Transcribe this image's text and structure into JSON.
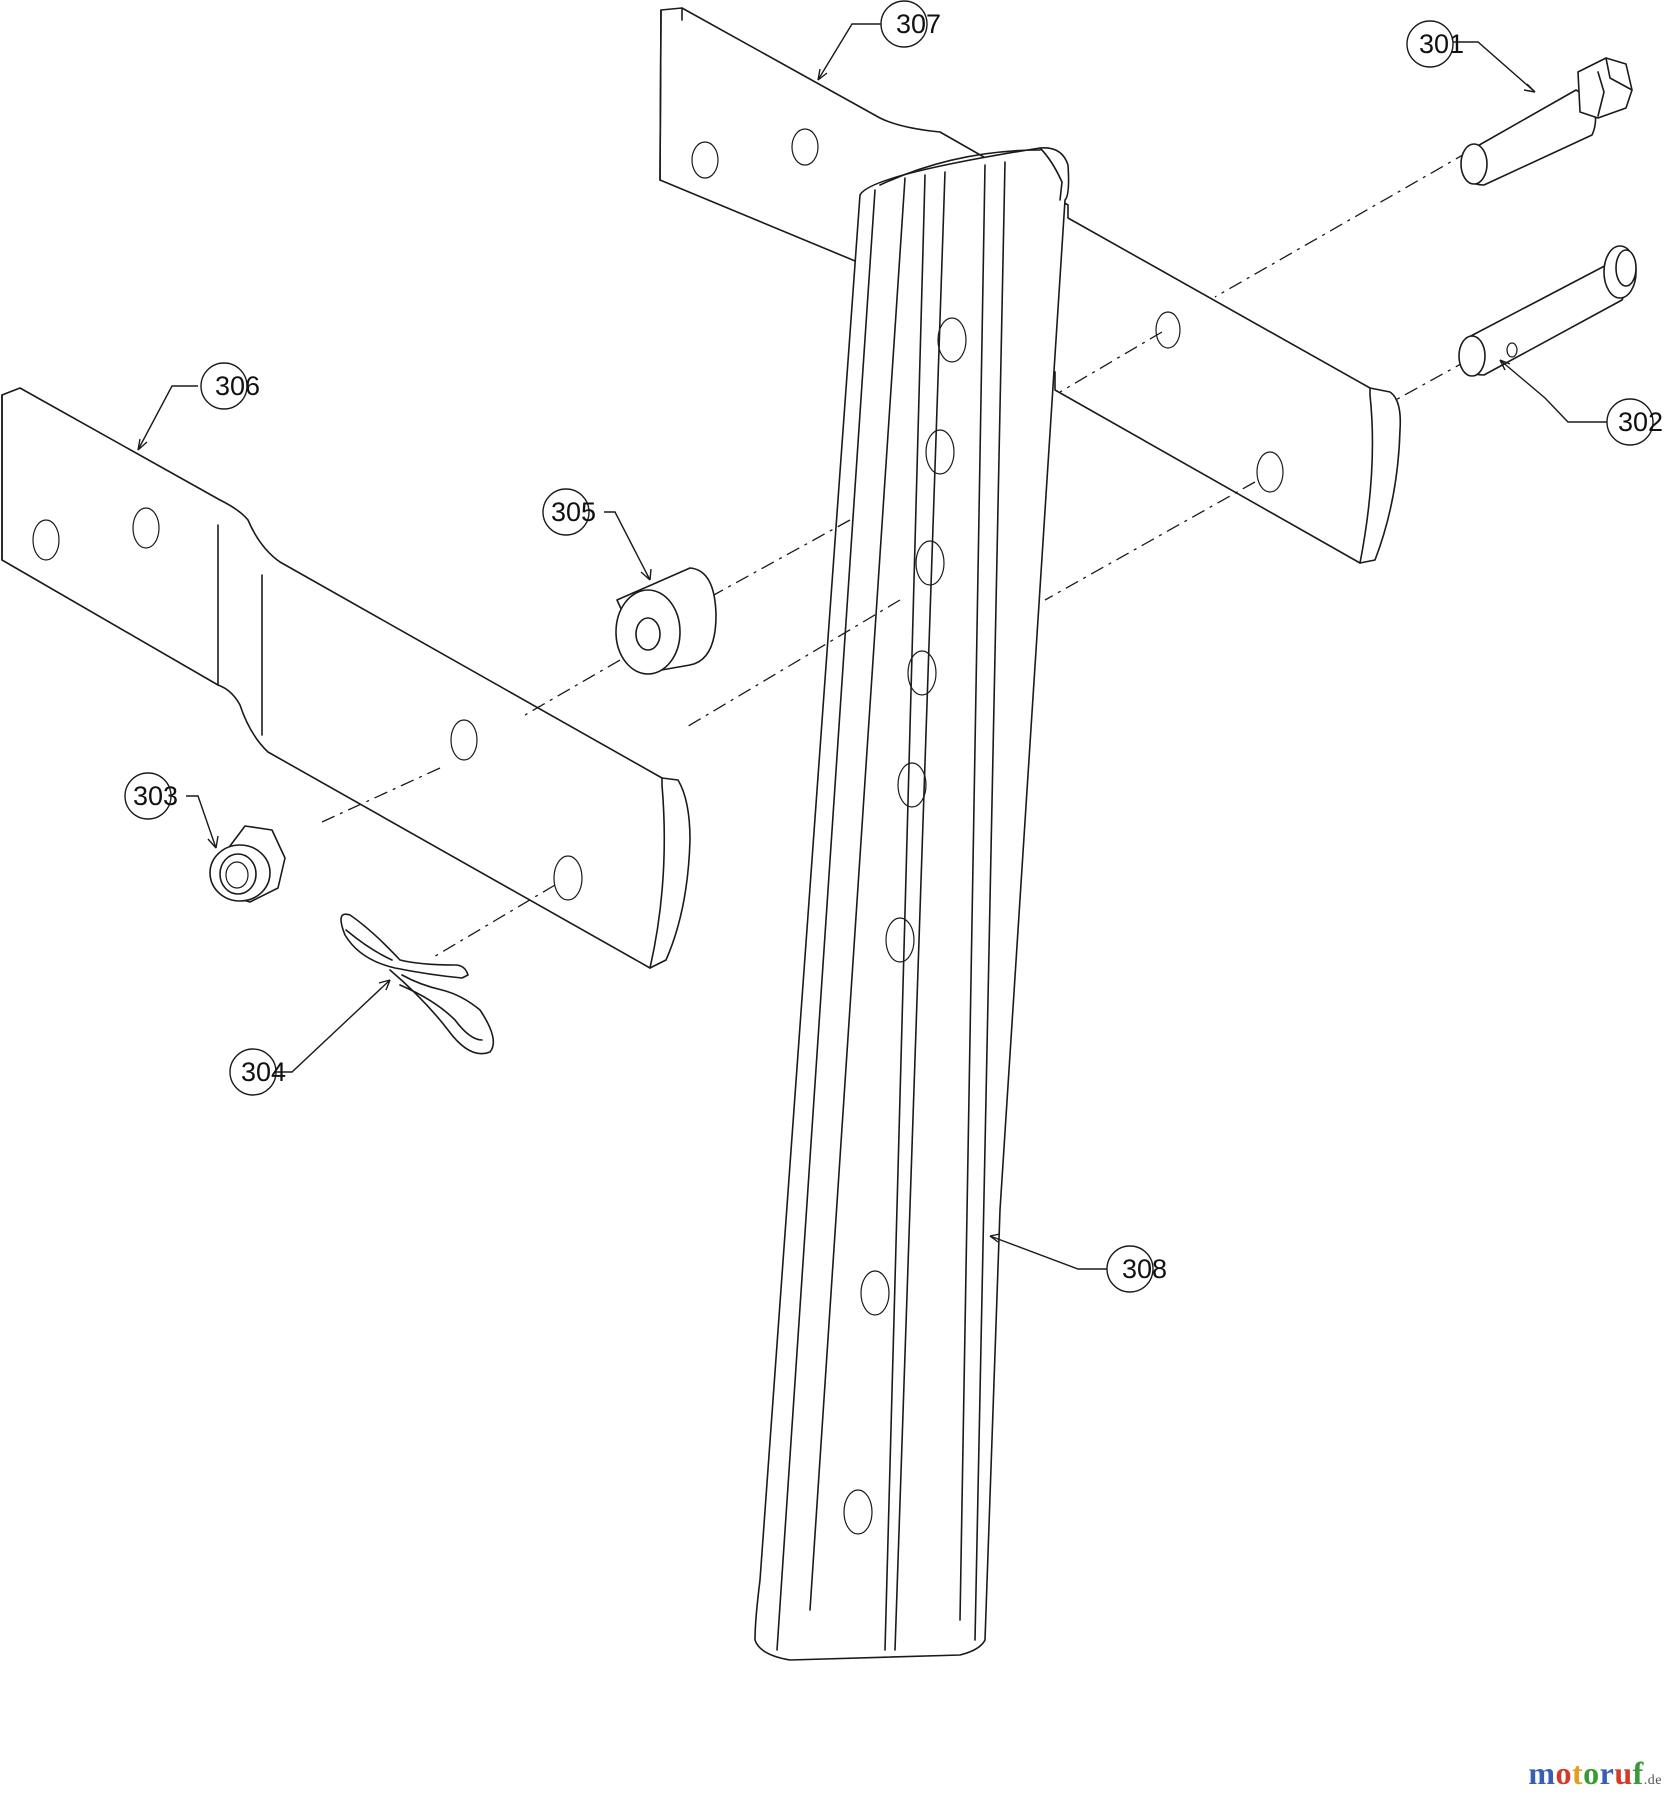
{
  "callouts": [
    {
      "id": "c301",
      "label": "301"
    },
    {
      "id": "c302",
      "label": "302"
    },
    {
      "id": "c303",
      "label": "303"
    },
    {
      "id": "c304",
      "label": "304"
    },
    {
      "id": "c305",
      "label": "305"
    },
    {
      "id": "c306",
      "label": "306"
    },
    {
      "id": "c307",
      "label": "307"
    },
    {
      "id": "c308",
      "label": "308"
    }
  ],
  "watermark": {
    "letters": [
      "m",
      "o",
      "t",
      "o",
      "r",
      "u",
      "f"
    ],
    "colors": [
      "#3a5fb0",
      "#d23a2a",
      "#e0a020",
      "#3a9a3a",
      "#3a5fb0",
      "#d23a2a",
      "#3a9a3a"
    ],
    "suffix": ".de"
  }
}
